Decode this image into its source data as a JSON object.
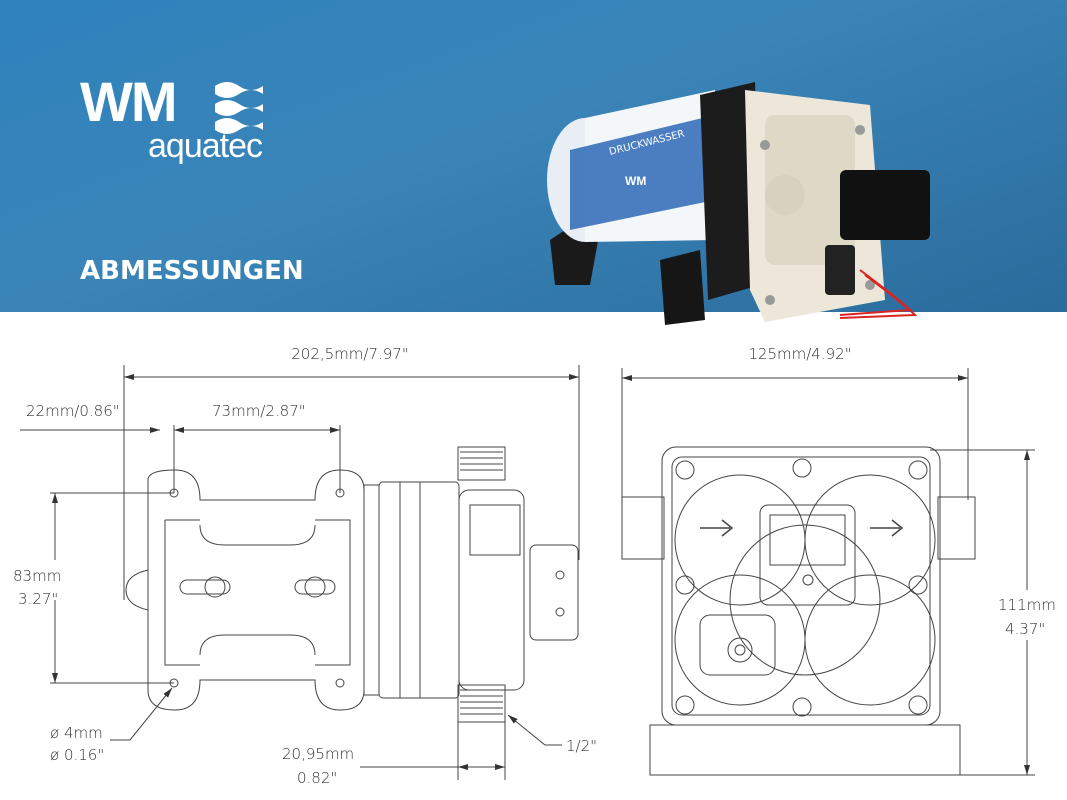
{
  "brand": {
    "name": "WM",
    "sub": "aquatec"
  },
  "title": "ABMESSUNGEN",
  "product_label": "DRUCKWASSER",
  "colors": {
    "header_blue": "#3a84b8",
    "line": "#444444"
  },
  "dimensions": {
    "length": "202,5mm/7.97\"",
    "edge_to_hole": "22mm/0.86\"",
    "hole_spacing_x": "73mm/2.87\"",
    "hole_spacing_y_mm": "83mm",
    "hole_spacing_y_in": "3.27\"",
    "hole_dia_mm": "ø 4mm",
    "hole_dia_in": "ø 0.16\"",
    "port_width_mm": "20,95mm",
    "port_width_in": "0.82\"",
    "thread": "1/2\"",
    "width": "125mm/4.92\"",
    "height_mm": "111mm",
    "height_in": "4.37\""
  }
}
